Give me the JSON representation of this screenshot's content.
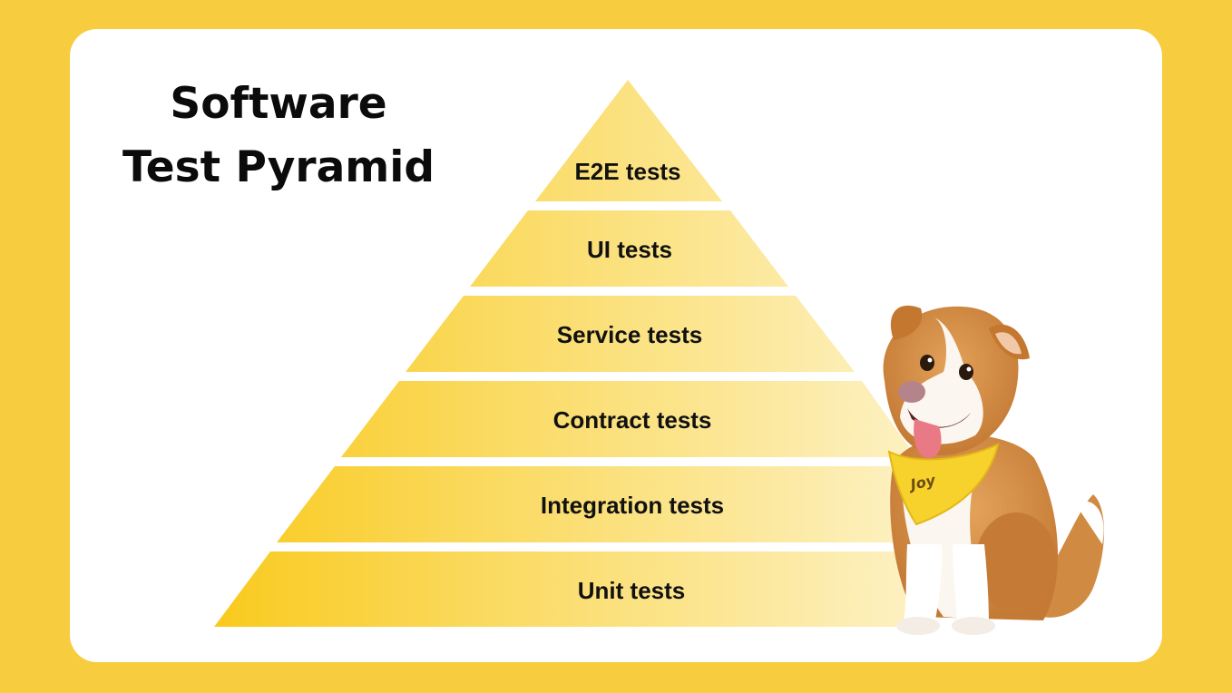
{
  "title": {
    "line1": "Software",
    "line2": "Test Pyramid"
  },
  "pyramid": {
    "levels_top_to_bottom": [
      "E2E tests",
      "UI tests",
      "Service tests",
      "Contract tests",
      "Integration tests",
      "Unit tests"
    ]
  },
  "mascot": {
    "bandana_text": "Joy"
  },
  "colors": {
    "background": "#f7cd3f",
    "card": "#ffffff",
    "tier_left": "#f9cf2c",
    "tier_right": "#fdeeb3",
    "text": "#111111"
  }
}
